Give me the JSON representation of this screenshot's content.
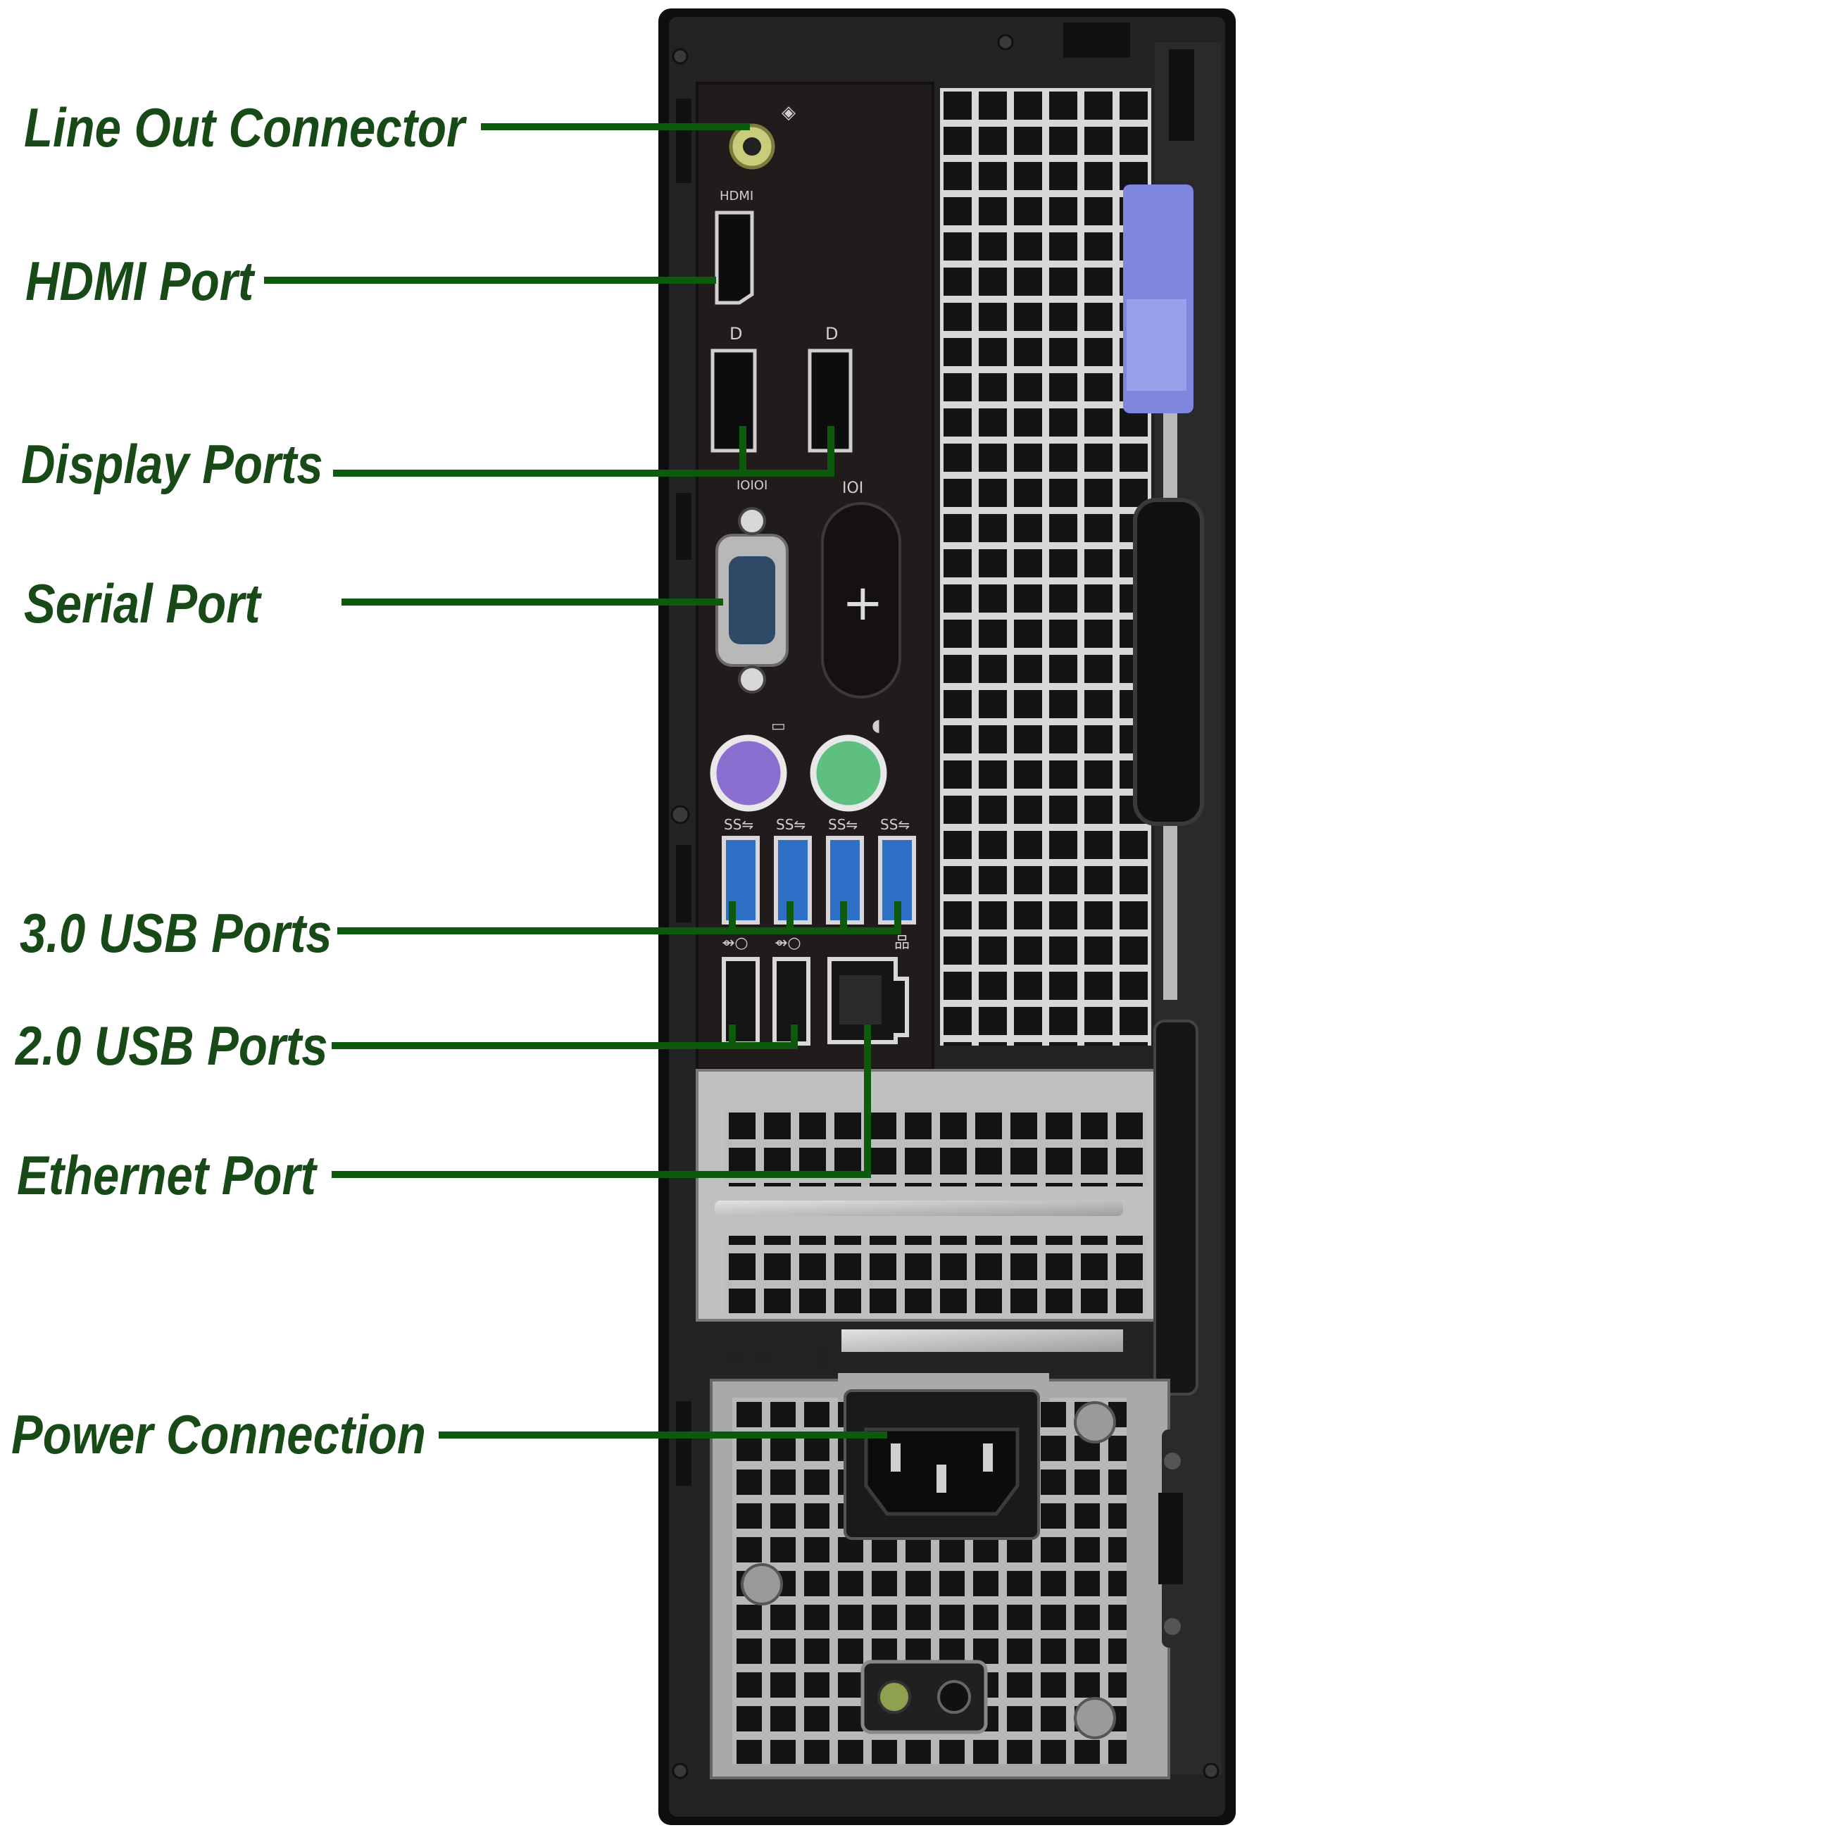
{
  "colors": {
    "label_text": "#174a17",
    "leader_line": "#0d5a0d",
    "chassis": "#1f1f1f",
    "chassis_edge": "#0e0e0e",
    "io_plate": "#231c1c",
    "vent_bg": "#dcdcdc",
    "vent_hole": "#151515",
    "metal": "#c9c9c9",
    "usb3_blue": "#2e6fc8",
    "ps2_keyboard": "#8b6fd0",
    "ps2_mouse": "#5fbf80",
    "latch_blue": "#8b93e6",
    "audio_jack": "#c9cc7a"
  },
  "labels": {
    "line_out": "Line Out Connector",
    "hdmi": "HDMI Port",
    "display": "Display Ports",
    "serial": "Serial Port",
    "usb3": "3.0 USB Ports",
    "usb2": "2.0 USB Ports",
    "ethernet": "Ethernet Port",
    "power": "Power Connection"
  },
  "icons": {
    "line_out": "audio-out-icon",
    "hdmi": "hdmi-icon",
    "display": "displayport-icon",
    "serial": "serial-icon",
    "keyboard": "keyboard-icon",
    "mouse": "mouse-icon",
    "usb3": "usb-superspeed-icon",
    "usb2": "usb-icon",
    "network": "network-icon"
  }
}
